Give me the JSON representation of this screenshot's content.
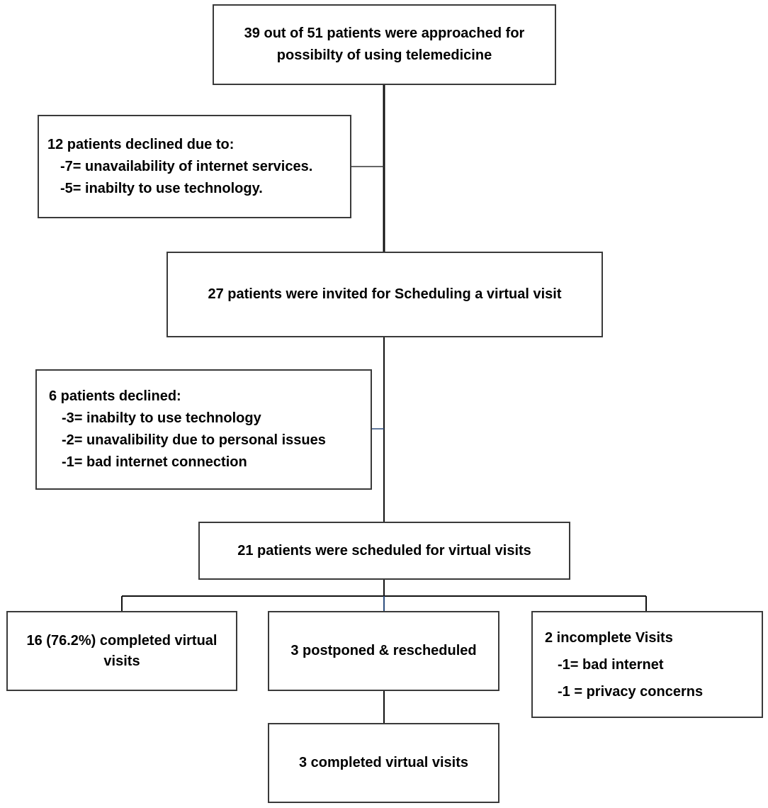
{
  "flowchart": {
    "approached": {
      "text": "39 out of 51 patients were approached for possibilty of using telemedicine"
    },
    "declined_first": {
      "title": "12 patients declined due to:",
      "reasons": [
        "-7= unavailability of internet services.",
        "-5= inabilty to use technology."
      ]
    },
    "invited": {
      "text": "27 patients were invited for Scheduling a virtual visit"
    },
    "declined_second": {
      "title": "6 patients declined:",
      "reasons": [
        "-3= inabilty to use technology",
        "-2= unavalibility due to personal issues",
        "-1= bad internet connection"
      ]
    },
    "scheduled": {
      "text": "21 patients were  scheduled for virtual visits"
    },
    "completed_first": {
      "text": "16 (76.2%) completed virtual visits"
    },
    "postponed": {
      "text": "3 postponed & rescheduled"
    },
    "incomplete": {
      "title": "2 incomplete Visits",
      "reasons": [
        "-1= bad internet",
        "-1 = privacy concerns"
      ]
    },
    "completed_second": {
      "text": "3 completed virtual visits"
    }
  },
  "colors": {
    "box_border": "#3a3a3a",
    "connector": "#111111",
    "connector_accent": "#2f4f7f",
    "background": "#ffffff",
    "text": "#000000"
  }
}
